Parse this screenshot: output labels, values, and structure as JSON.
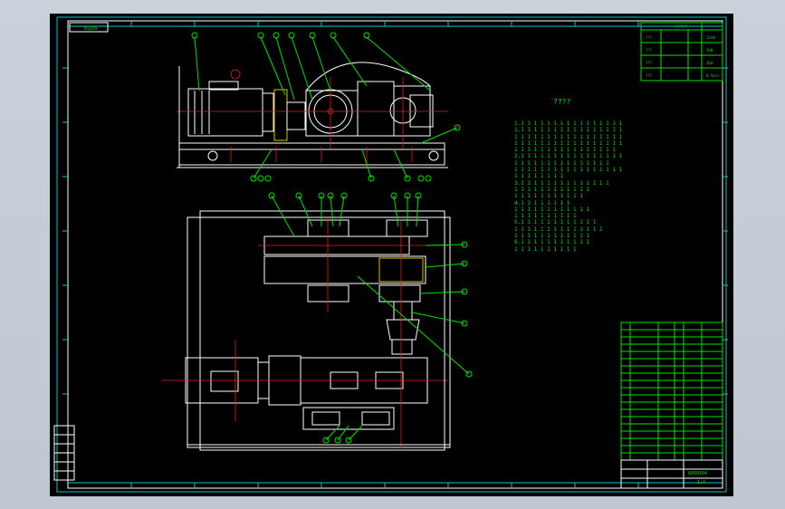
{
  "drawing": {
    "code_stamp": "0105",
    "notes_title": "????",
    "notes_lines": [
      "1.1 1 1 1 1 1 1 1 1 1 1 1 1 1 1 1 1 1",
      "1.1 1 1 1 1 1 1 1 1 1 1 1 1 1 1 1",
      "1 1 1 1 1 1 1 1 1 1 1 1 1 1 1 1 1",
      "1 1 1 1 1 1 1 1 1 1 1 1 1 1 1 1 1 1",
      "1 1 1 1 1 1 1 1 1 1 1 1 1 1 1 1",
      "2.1 1 1 1 1 1 1 1 1 1 1 1 1 1 1 1 1",
      "1 1 1 1 1 1 1 1 1 1 1 1 1 1 1",
      "1 1 1 1 1 1 1 1 1 1 1 1 1 1 1 1 1",
      "1 1 1 1 1 1 1 1",
      "3.1 1 1 1 1 1 1 1 1 1 1 1 1 1",
      "1 1 1 1 1 1 1 1 1 1 1 1",
      "1 1 1 1 1 1 1 1 1 1 1",
      "4.1 1 1 1 1 1 1 1",
      "1 1 1 1 1 1 1 1 1 1 1 1",
      "1 1 1 1 1 1 1 1 1 1",
      "5.1 1 1 1 1 1 1 1 1 1 1 1",
      "1 1 1 1 1 1 1 1 1 1 1 1 1 1",
      "1 1 1 1 1 1 1 1 1 1 1 1",
      "6.1 1 1 1 1 1 1 1 1 1 1",
      "1 1 1 1 1 1 1 1 1 1"
    ],
    "title_block_code": "GH10104",
    "title_block_sub": "1:4"
  }
}
